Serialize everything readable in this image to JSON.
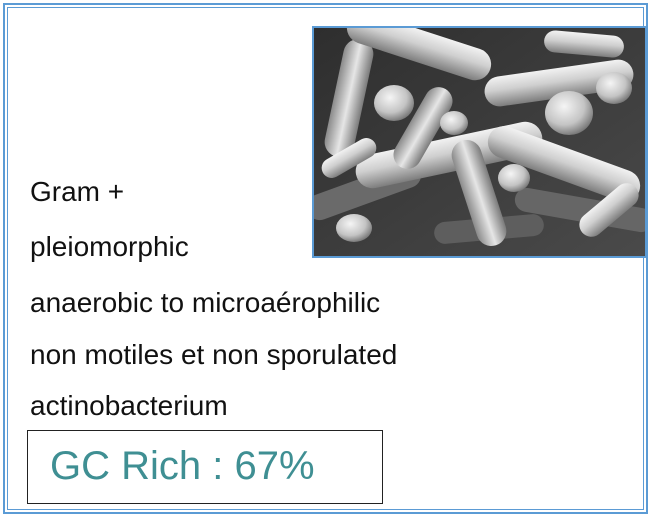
{
  "lines": {
    "gram": "Gram +",
    "morphology": "pleiomorphic",
    "oxygen": "anaerobic to microaérophilic",
    "motility": "non motiles et non sporulated",
    "class": "actinobacterium"
  },
  "gc_box": {
    "label": "GC Rich : 67%"
  },
  "colors": {
    "frame": "#5b9bd5",
    "gc_text": "#3f8f93",
    "text": "#111111"
  }
}
